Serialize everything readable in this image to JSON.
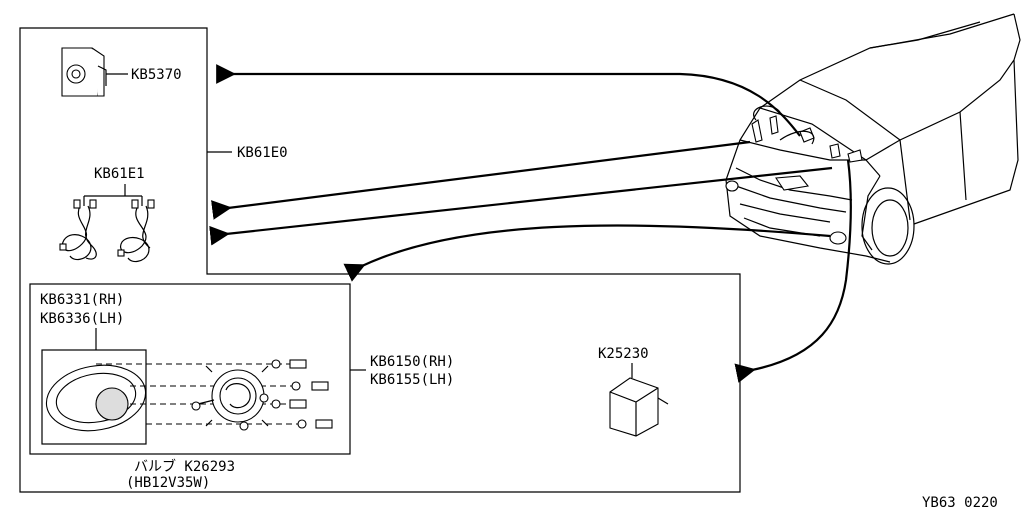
{
  "labels": {
    "kb5370": "KB5370",
    "kb61e0": "KB61E0",
    "kb61e1": "KB61E1",
    "kb6331": "KB6331(RH)",
    "kb6336": "KB6336(LH)",
    "kb6150": "KB6150(RH)",
    "kb6155": "KB6155(LH)",
    "k25230": "K25230",
    "bulb": "バルブ K26293",
    "bulb_spec": "(HB12V35W)",
    "diagram_code": "YB63 0220"
  }
}
